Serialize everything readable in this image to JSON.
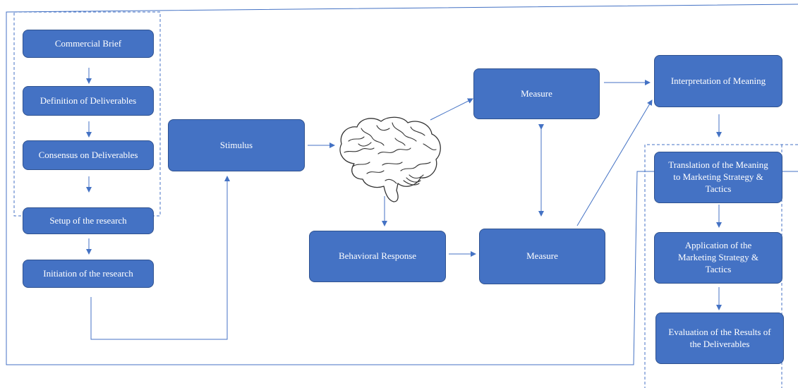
{
  "colors": {
    "box_fill": "#4472c4",
    "box_border": "#2f528f",
    "box_text": "#ffffff",
    "line": "#4472c4",
    "brain_stroke": "#333333"
  },
  "boxes": {
    "commercial_brief": "Commercial Brief",
    "definition_of_deliverables": "Definition of Deliverables",
    "consensus_on_deliverables": "Consensus on Deliverables",
    "setup_of_research": "Setup of the research",
    "initiation_of_research": "Initiation of the research",
    "stimulus": "Stimulus",
    "measure_top": "Measure",
    "behavioral_response": "Behavioral Response",
    "measure_bottom": "Measure",
    "interpretation_of_meaning": "Interpretation of Meaning",
    "translation_of_meaning": "Translation of the Meaning to Marketing Strategy & Tactics",
    "application_of_strategy": "Application of the Marketing Strategy & Tactics",
    "evaluation_of_results": "Evaluation of the Results of the Deliverables"
  },
  "icons": {
    "brain": "brain-icon"
  }
}
